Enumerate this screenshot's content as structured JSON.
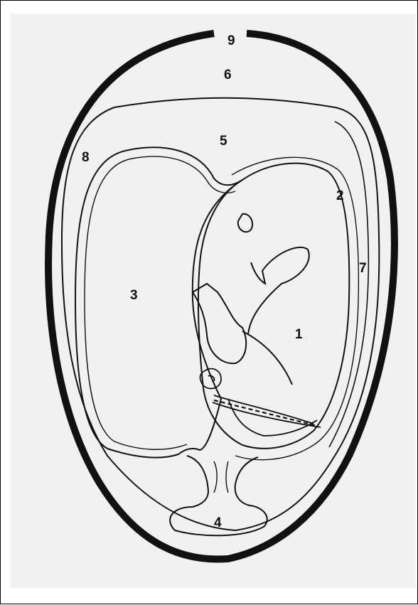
{
  "labels": {
    "l1": "1",
    "l2": "2",
    "l3": "3",
    "l4": "4",
    "l5": "5",
    "l6": "6",
    "l7": "7",
    "l8": "8",
    "l9": "9"
  },
  "colors": {
    "ink": "#111111",
    "paper": "#f1f1f1",
    "border": "#000000"
  }
}
